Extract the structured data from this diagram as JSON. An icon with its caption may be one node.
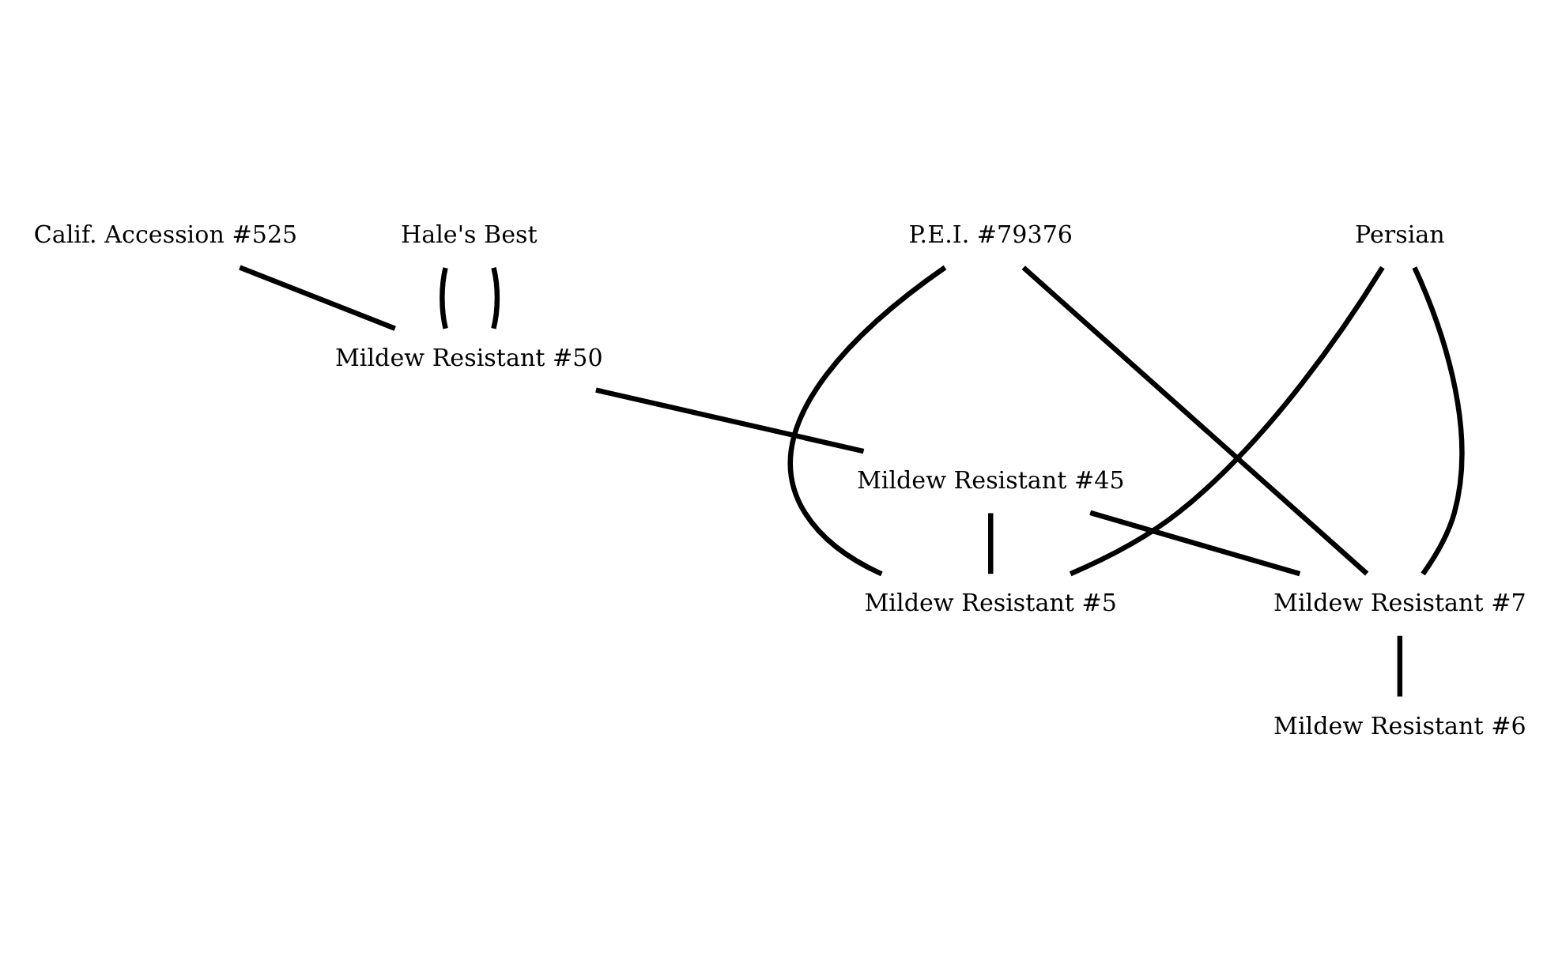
{
  "diagram": {
    "nodes": [
      {
        "text": [
          "Calif. Accession #525"
        ]
      },
      {
        "text": [
          "Hale's Best"
        ]
      },
      {
        "text": [
          "P.E.I. #79376"
        ]
      },
      {
        "text": [
          "Persian"
        ]
      },
      {
        "text": [
          "Mildew Resistant #50"
        ]
      },
      {
        "text": [
          "Mildew Resistant #45"
        ]
      },
      {
        "text": [
          "Mildew Resistant #5"
        ]
      },
      {
        "text": [
          "Mildew Resistant #7"
        ]
      },
      {
        "text": [
          "Mildew Resistant #6"
        ]
      }
    ],
    "edges": [
      {
        "from": 0,
        "to": 4,
        "arrow": "none"
      },
      {
        "from": 1,
        "to": 4,
        "arrow": "none"
      },
      {
        "from": 1,
        "to": 4,
        "arrow": "none"
      },
      {
        "from": 4,
        "to": 5,
        "arrow": "none"
      },
      {
        "from": 2,
        "to": 6,
        "arrow": "none"
      },
      {
        "from": 3,
        "to": 6,
        "arrow": "none"
      },
      {
        "from": 5,
        "to": 6,
        "arrow": "none"
      },
      {
        "from": 2,
        "to": 7,
        "arrow": "none"
      },
      {
        "from": 3,
        "to": 7,
        "arrow": "none"
      },
      {
        "from": 5,
        "to": 7,
        "arrow": "none"
      },
      {
        "from": 7,
        "to": 8,
        "arrow": "none"
      }
    ]
  }
}
